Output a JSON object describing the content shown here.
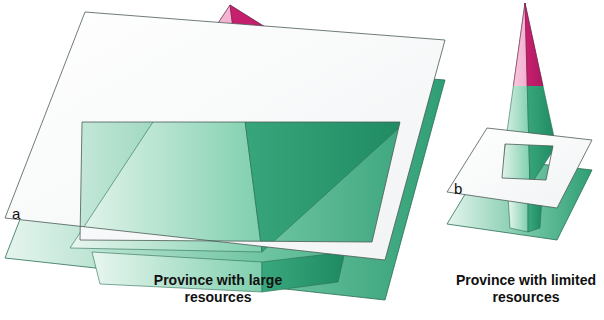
{
  "diagram": {
    "labels": [
      "a",
      "b",
      "Province with large resources",
      "Province with limited resources"
    ]
  }
}
